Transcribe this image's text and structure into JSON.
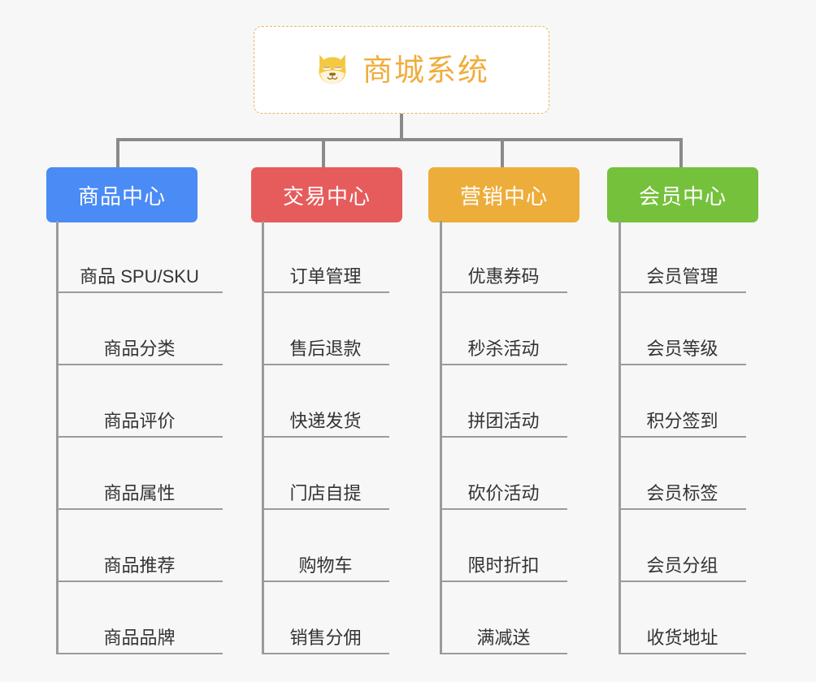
{
  "root": {
    "title": "商城系统",
    "icon": "shiba-dog-icon",
    "border_color": "#e8b562",
    "text_color": "#f0ad3c"
  },
  "colors": {
    "connector": "#8a8a8a",
    "leaf_rule": "#9b9b9b",
    "background": "#f7f7f7",
    "leaf_text": "#333333"
  },
  "columns": [
    {
      "title": "商品中心",
      "color": "#4a8bf5",
      "items": [
        "商品 SPU/SKU",
        "商品分类",
        "商品评价",
        "商品属性",
        "商品推荐",
        "商品品牌"
      ]
    },
    {
      "title": "交易中心",
      "color": "#e65c5c",
      "items": [
        "订单管理",
        "售后退款",
        "快递发货",
        "门店自提",
        "购物车",
        "销售分佣"
      ]
    },
    {
      "title": "营销中心",
      "color": "#edad3b",
      "items": [
        "优惠券码",
        "秒杀活动",
        "拼团活动",
        "砍价活动",
        "限时折扣",
        "满减送"
      ]
    },
    {
      "title": "会员中心",
      "color": "#76c13c",
      "items": [
        "会员管理",
        "会员等级",
        "积分签到",
        "会员标签",
        "会员分组",
        "收货地址"
      ]
    }
  ]
}
